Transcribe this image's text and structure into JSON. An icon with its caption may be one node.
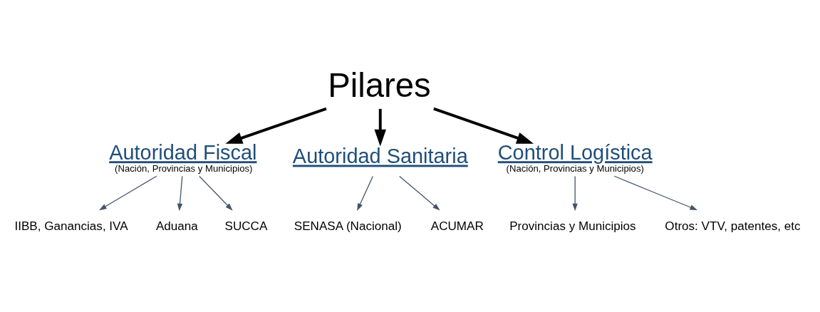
{
  "diagram": {
    "nodes": [
      {
        "text": [
          "Pilares"
        ]
      },
      {
        "text": [
          "Autoridad Fiscal",
          "(Nación, Provincias y Municipios)"
        ]
      },
      {
        "text": [
          "Autoridad Sanitaria"
        ]
      },
      {
        "text": [
          "Control Logística",
          "(Nación, Provincias y Municipios)"
        ]
      },
      {
        "text": [
          "IIBB, Ganancias, IVA"
        ]
      },
      {
        "text": [
          "Aduana"
        ]
      },
      {
        "text": [
          "SUCCA"
        ]
      },
      {
        "text": [
          "SENASA (Nacional)"
        ]
      },
      {
        "text": [
          "ACUMAR"
        ]
      },
      {
        "text": [
          "Provincias y Municipios"
        ]
      },
      {
        "text": [
          "Otros: VTV, patentes, etc"
        ]
      }
    ],
    "edges": [
      {
        "from": 0,
        "to": 1,
        "arrow": "to",
        "style": "thick",
        "color": "#000000"
      },
      {
        "from": 0,
        "to": 2,
        "arrow": "to",
        "style": "thick",
        "color": "#000000"
      },
      {
        "from": 0,
        "to": 3,
        "arrow": "to",
        "style": "thick",
        "color": "#000000"
      },
      {
        "from": 1,
        "to": 4,
        "arrow": "to"
      },
      {
        "from": 1,
        "to": 5,
        "arrow": "to"
      },
      {
        "from": 1,
        "to": 6,
        "arrow": "to"
      },
      {
        "from": 2,
        "to": 7,
        "arrow": "to"
      },
      {
        "from": 2,
        "to": 8,
        "arrow": "to"
      },
      {
        "from": 3,
        "to": 9,
        "arrow": "to"
      },
      {
        "from": 3,
        "to": 10,
        "arrow": "to"
      }
    ]
  }
}
